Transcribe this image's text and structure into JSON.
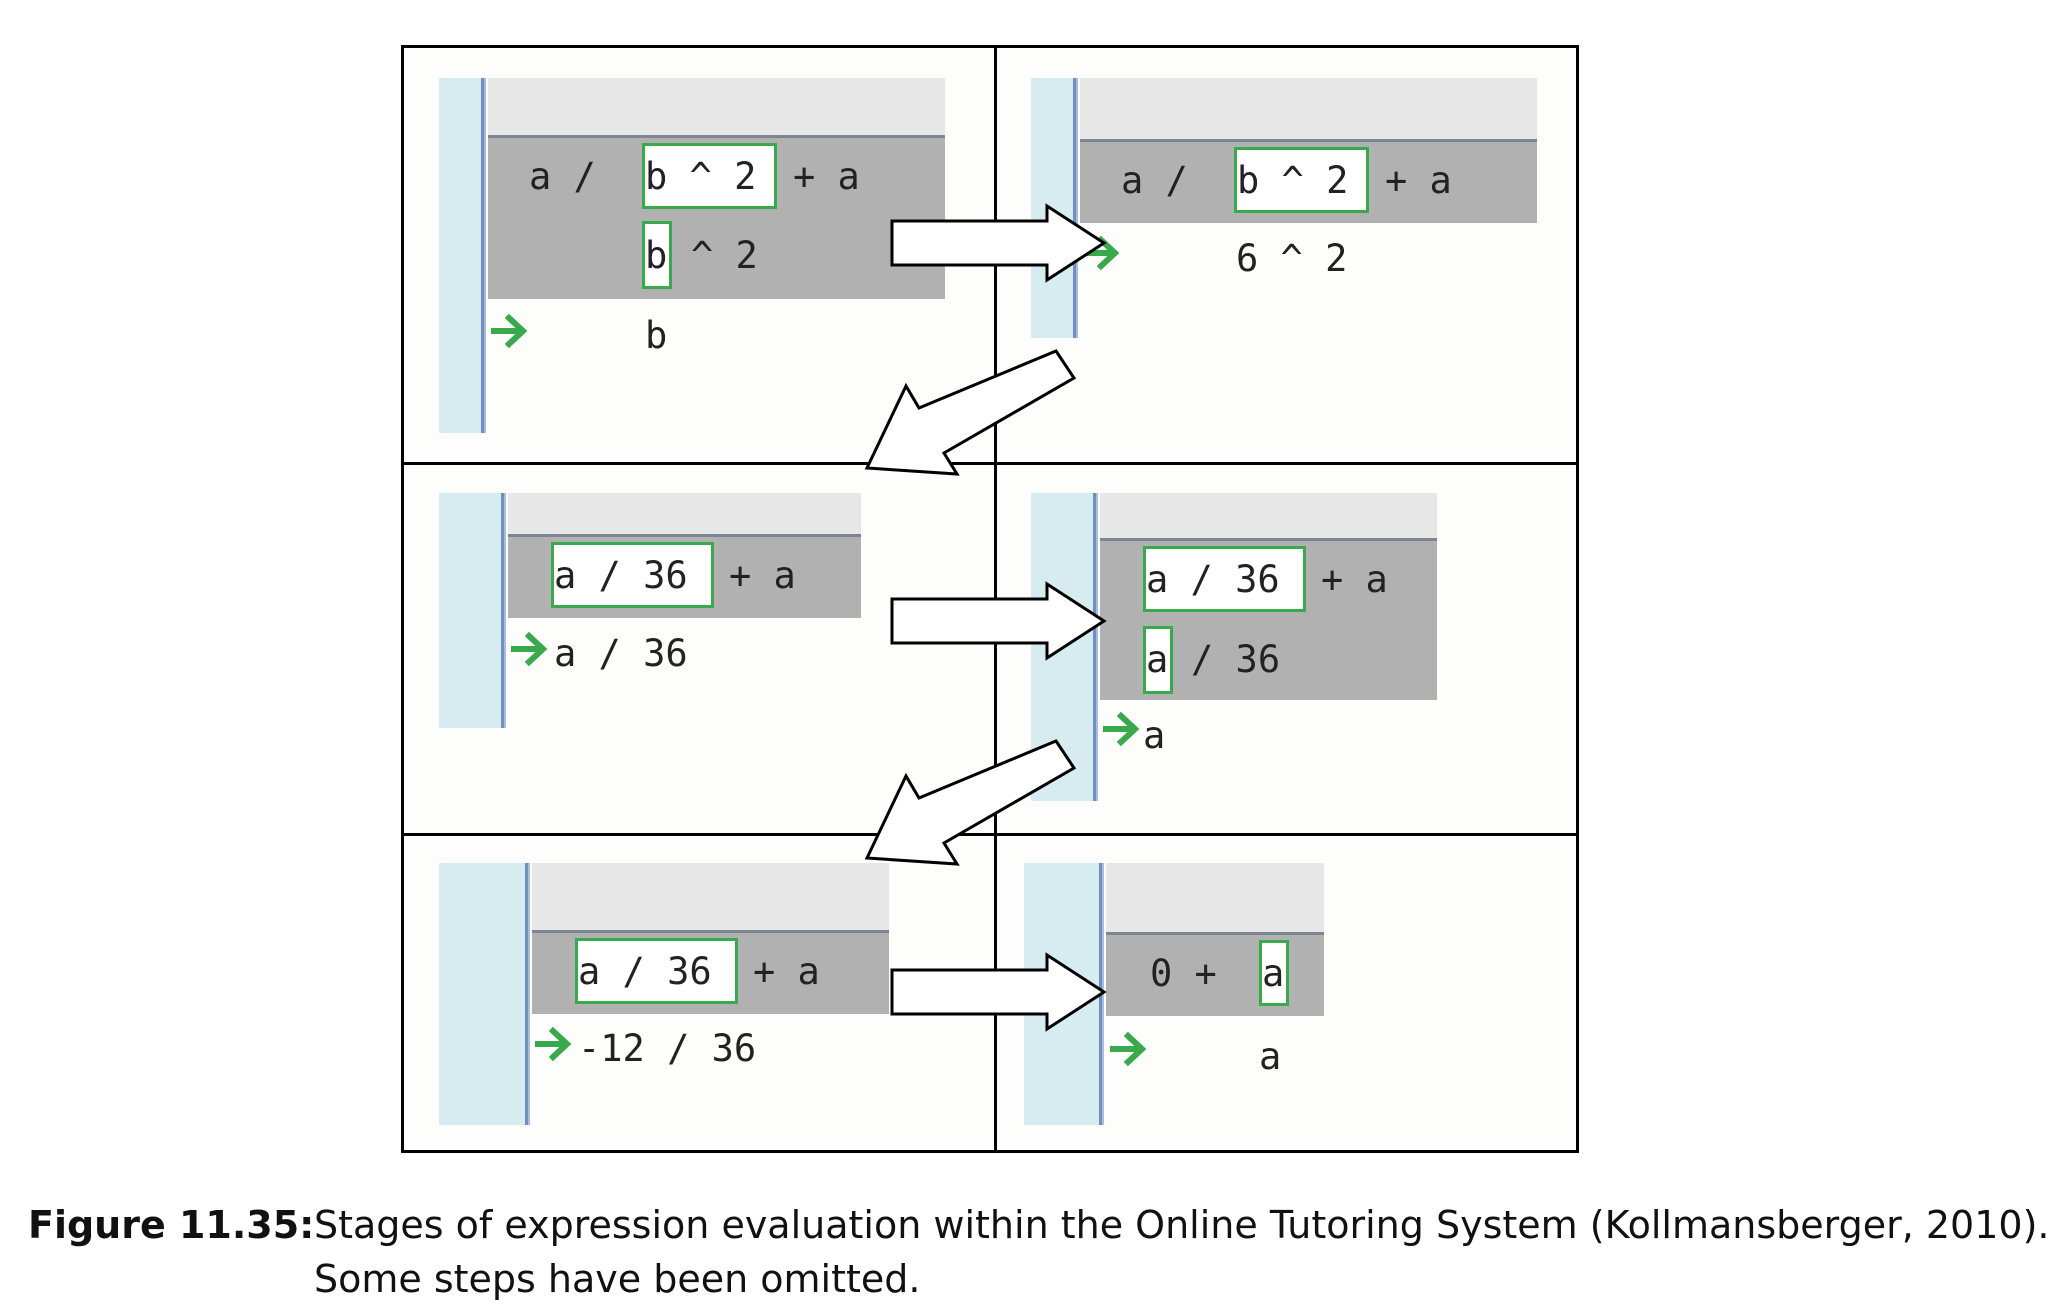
{
  "caption": {
    "label": "Figure 11.35:",
    "line1": "Stages of expression evaluation within the Online Tutoring System (Kollmansberger, 2010).",
    "line2": "Some steps have been omitted."
  },
  "panels": [
    {
      "expression": "a / b ^ 2 + a",
      "expr_parts": [
        "a /",
        "b ^ 2",
        "+ a"
      ],
      "sub": [
        "b",
        "^ 2"
      ],
      "result": "b"
    },
    {
      "expression": "a / b ^ 2 + a",
      "expr_parts": [
        "a /",
        "b ^ 2",
        "+ a"
      ],
      "result": "6 ^ 2"
    },
    {
      "expression": "a / 36 + a",
      "expr_parts": [
        "a / 36",
        "+ a"
      ],
      "result": "a / 36"
    },
    {
      "expression": "a / 36 + a",
      "expr_parts": [
        "a / 36",
        "+ a"
      ],
      "sub": [
        "a",
        "/ 36"
      ],
      "result": "a"
    },
    {
      "expression": "a / 36 + a",
      "expr_parts": [
        "a / 36",
        "+ a"
      ],
      "result": "-12 / 36"
    },
    {
      "expression": "0 + a",
      "expr_parts": [
        "0 +",
        "a"
      ],
      "result": "a"
    }
  ],
  "colors": {
    "highlight_border": "#3aa94d",
    "arrow_icon": "#3aa94d",
    "eval_block": "#b0b1b0",
    "gutter": "#d6ecf0"
  }
}
